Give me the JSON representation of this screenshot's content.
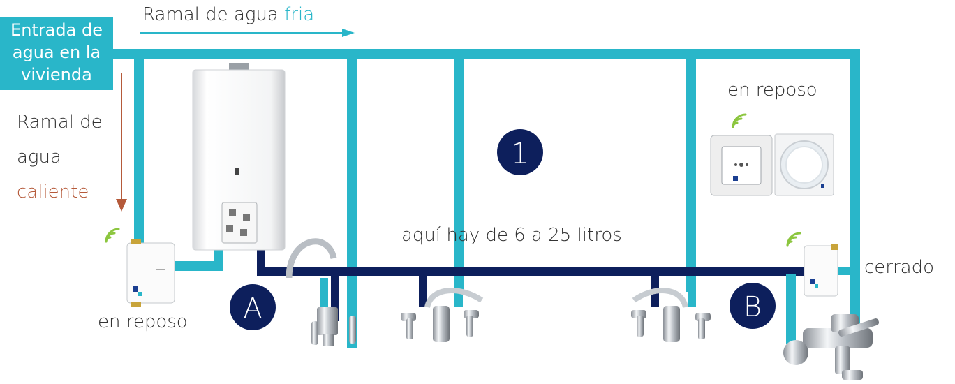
{
  "entrada": {
    "line1": "Entrada de",
    "line2": "agua en la",
    "line3": "vivienda"
  },
  "ramal_fria": {
    "prefix": "Ramal de agua ",
    "highlight": "fria"
  },
  "ramal_caliente": {
    "line1": "Ramal de",
    "line2": "agua",
    "line3": "caliente"
  },
  "status": {
    "left": "en reposo",
    "top_right": "en reposo",
    "right": "cerrado"
  },
  "volume_note": "aquí hay de 6 a 25 litros",
  "markers": {
    "a": "A",
    "one": "1",
    "b": "B"
  },
  "colors": {
    "cold_pipe": "#29b6c9",
    "hot_pipe": "#0d1f5c",
    "badge": "#0d1f5c",
    "signal": "#8cc63f",
    "caliente_text": "#b55a3a",
    "arrow_down": "#b55a3a"
  },
  "icons": [
    "water-heater-icon",
    "shutoff-valve-icon",
    "kitchen-faucet-icon",
    "basin-faucet-icon",
    "shower-mixer-icon",
    "wall-switch-icon",
    "wifi-signal-icon"
  ]
}
